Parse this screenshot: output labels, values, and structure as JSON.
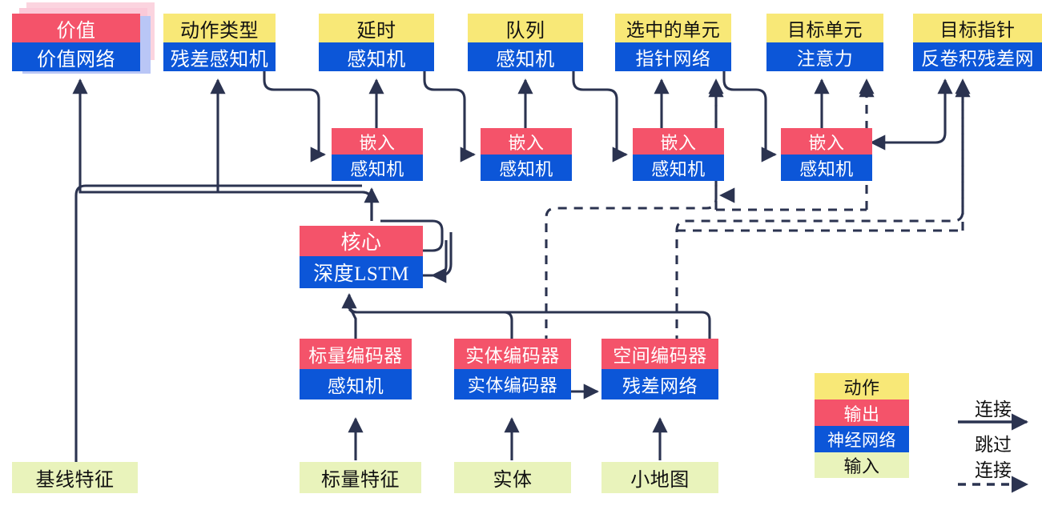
{
  "diagram": {
    "title": "AlphaStar-style network architecture diagram (Chinese labels)",
    "colors": {
      "action": "#F8E877",
      "output": "#F4536A",
      "network": "#0C56D8",
      "input": "#E9F3BB",
      "wire": "#2B3350"
    }
  },
  "nodes": {
    "value": {
      "head": "价值",
      "body": "价值网络"
    },
    "action_type": {
      "head": "动作类型",
      "body": "残差感知机"
    },
    "delay": {
      "head": "延时",
      "body": "感知机"
    },
    "queue": {
      "head": "队列",
      "body": "感知机"
    },
    "selected": {
      "head": "选中的单元",
      "body": "指针网络"
    },
    "target_unit": {
      "head": "目标单元",
      "body": "注意力"
    },
    "target_point": {
      "head": "目标指针",
      "body": "反卷积残差网"
    },
    "embed1": {
      "head": "嵌入",
      "body": "感知机"
    },
    "embed2": {
      "head": "嵌入",
      "body": "感知机"
    },
    "embed3": {
      "head": "嵌入",
      "body": "感知机"
    },
    "embed4": {
      "head": "嵌入",
      "body": "感知机"
    },
    "core": {
      "head": "核心",
      "body": "深度LSTM"
    },
    "scalar_enc": {
      "head": "标量编码器",
      "body": "感知机"
    },
    "entity_enc": {
      "head": "实体编码器",
      "body": "实体编码器"
    },
    "spatial_enc": {
      "head": "空间编码器",
      "body": "残差网络"
    }
  },
  "inputs": {
    "baseline": "基线特征",
    "scalar": "标量特征",
    "entity": "实体",
    "minimap": "小地图"
  },
  "legend": {
    "swatches": [
      {
        "label": "动作",
        "kind": "action"
      },
      {
        "label": "输出",
        "kind": "output"
      },
      {
        "label": "神经网络",
        "kind": "network"
      },
      {
        "label": "输入",
        "kind": "input"
      }
    ],
    "connection_label": "连接",
    "skip_label_line1": "跳过",
    "skip_label_line2": "连接"
  }
}
